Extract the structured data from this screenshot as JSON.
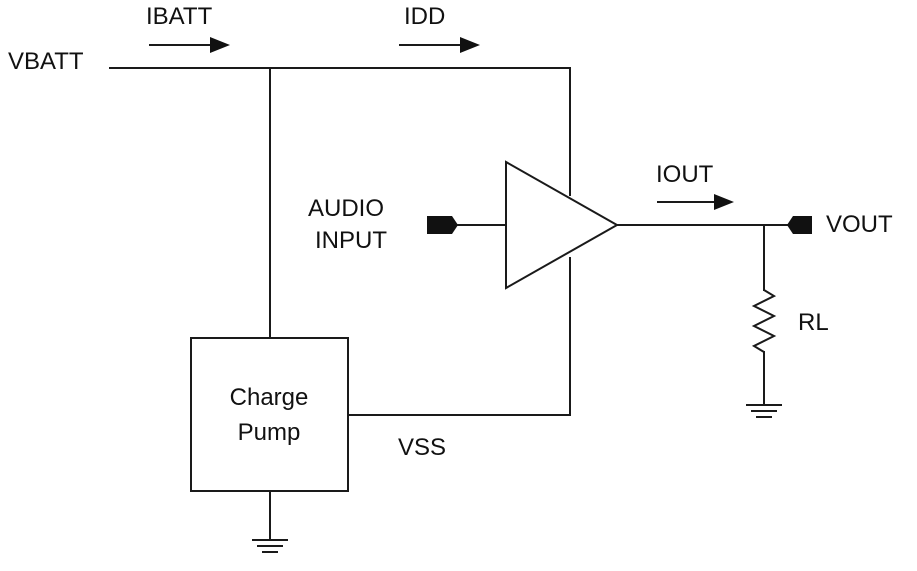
{
  "labels": {
    "vbatt": "VBATT",
    "ibatt": "IBATT",
    "idd": "IDD",
    "iout": "IOUT",
    "vout": "VOUT",
    "audio_line1": "AUDIO",
    "audio_line2": "INPUT",
    "rl": "RL",
    "vss": "VSS",
    "charge_pump_line1": "Charge",
    "charge_pump_line2": "Pump"
  },
  "colors": {
    "line": "#1a1a1a",
    "text": "#111111",
    "background": "#ffffff"
  }
}
